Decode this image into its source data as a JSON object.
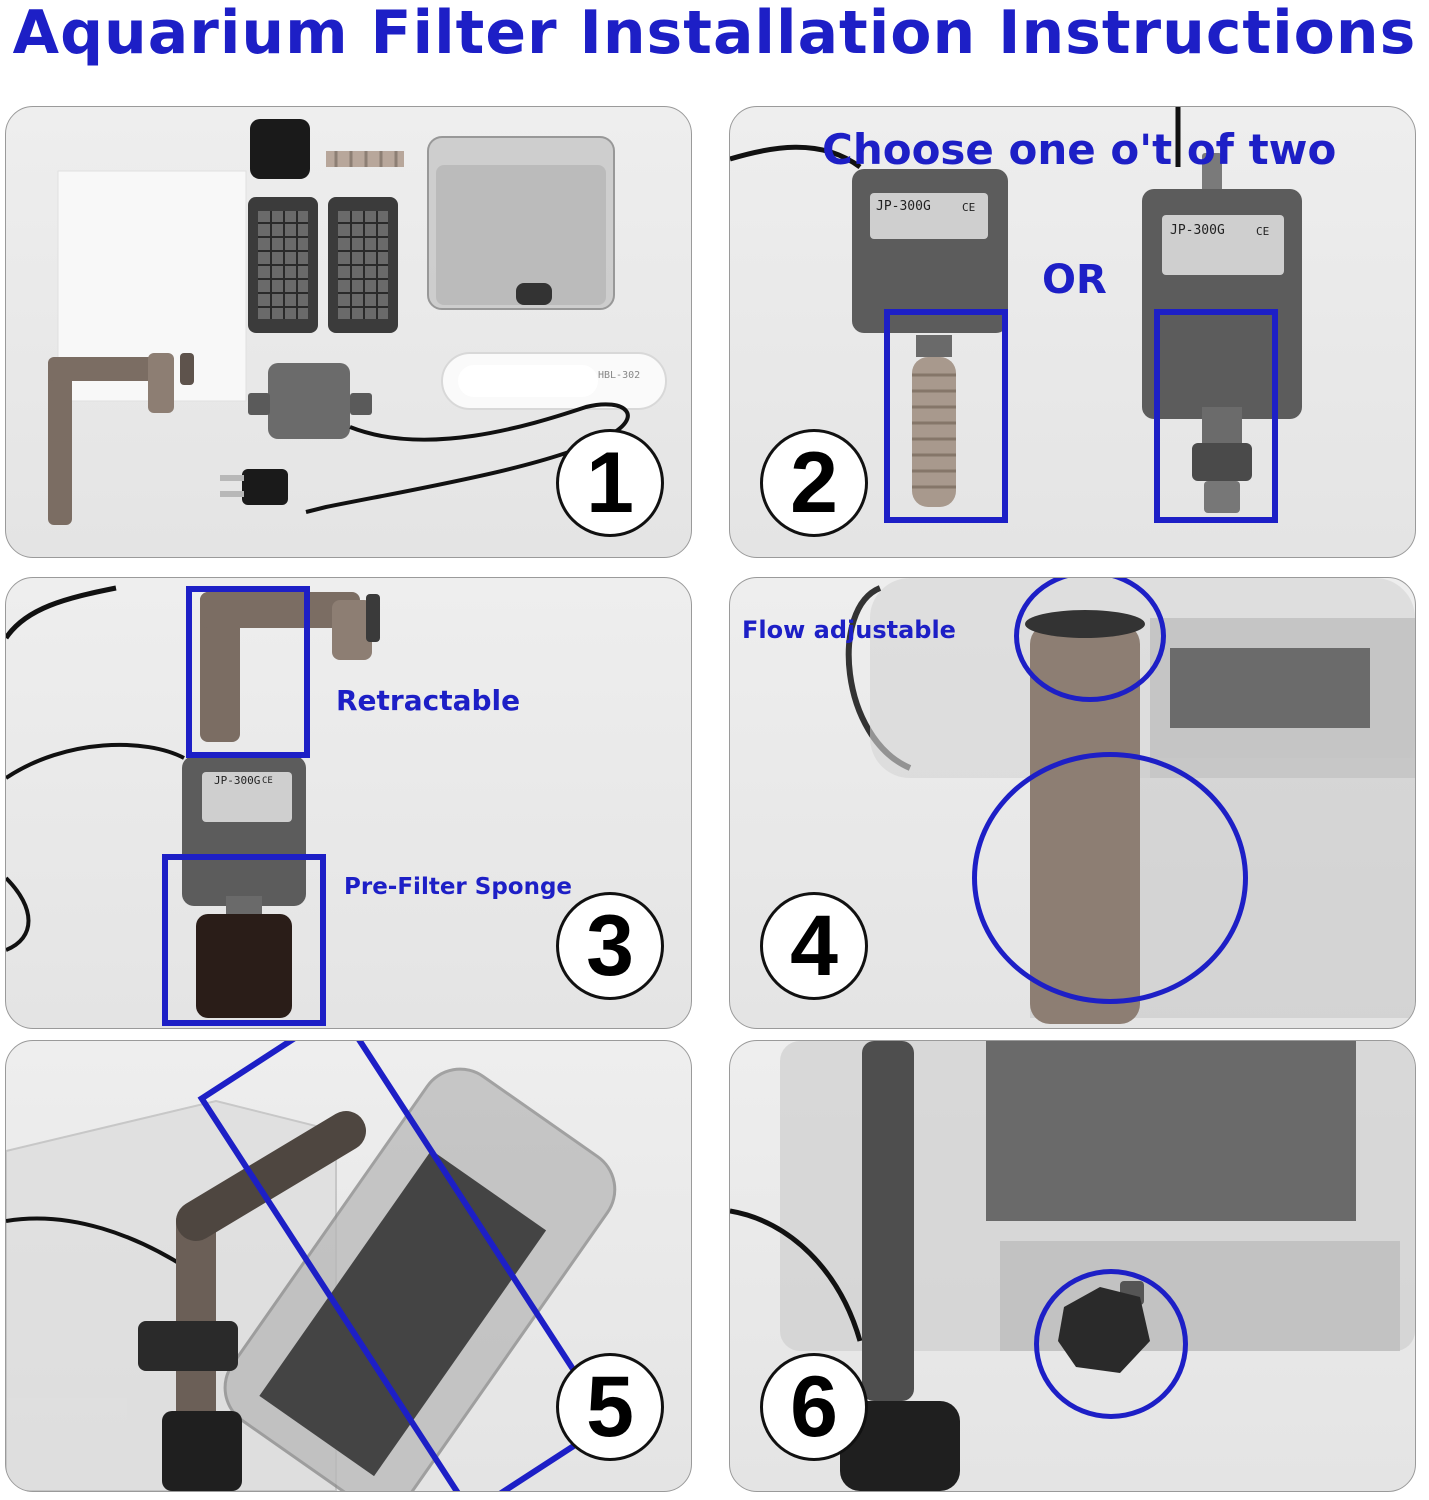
{
  "title": "Aquarium Filter Installation Instructions",
  "steps": [
    {
      "number": "1",
      "model_label": "HBL-302"
    },
    {
      "number": "2",
      "heading": "Choose one o't of two",
      "or_label": "OR",
      "pump_label": "JP-300G",
      "ce": "CE"
    },
    {
      "number": "3",
      "retract_label": "Retractable",
      "sponge_label": "Pre-Filter Sponge",
      "pump_label": "JP-300G",
      "ce": "CE"
    },
    {
      "number": "4",
      "flow_label": "Flow adjustable"
    },
    {
      "number": "5"
    },
    {
      "number": "6"
    }
  ],
  "colors": {
    "accent": "#1d1fc6",
    "panel_bg": "#e8e8e8",
    "plastic_dark": "#5b5b5b"
  }
}
